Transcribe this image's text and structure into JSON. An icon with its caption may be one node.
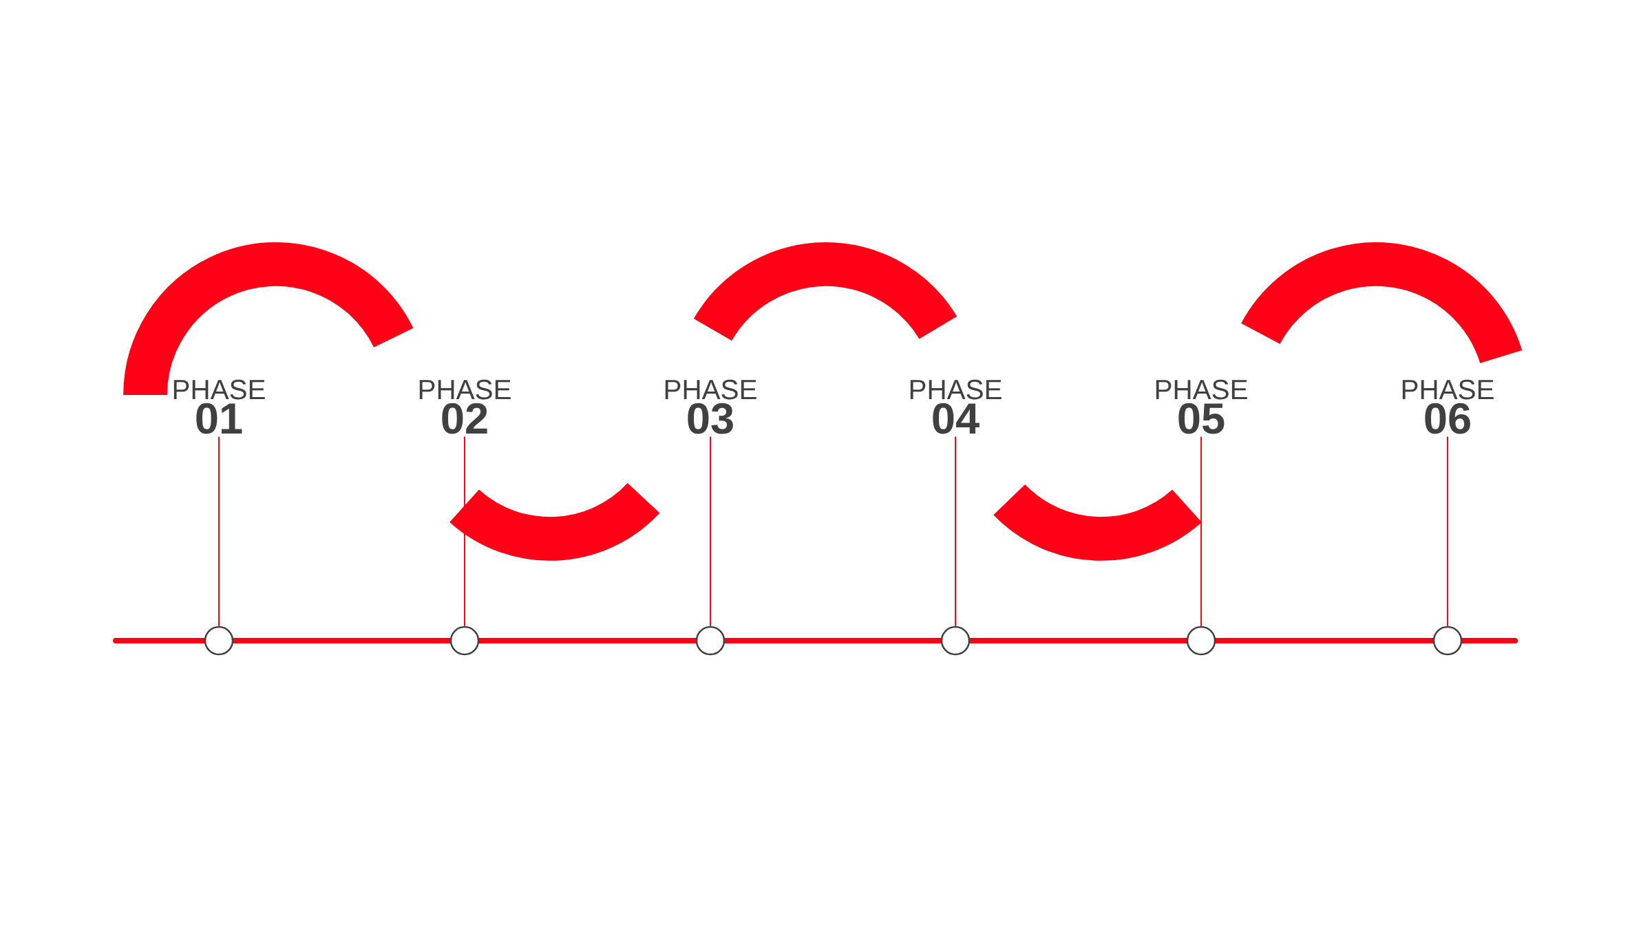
{
  "diagram": {
    "nodes": [
      {
        "text": [
          "PHASE",
          "01"
        ]
      },
      {
        "text": [
          "PHASE",
          "02"
        ]
      },
      {
        "text": [
          "PHASE",
          "03"
        ]
      },
      {
        "text": [
          "PHASE",
          "04"
        ]
      },
      {
        "text": [
          "PHASE",
          "05"
        ]
      },
      {
        "text": [
          "PHASE",
          "06"
        ]
      },
      {
        "text": [],
        "shape": "circle"
      },
      {
        "text": [],
        "shape": "circle"
      },
      {
        "text": [],
        "shape": "circle"
      },
      {
        "text": [],
        "shape": "circle"
      },
      {
        "text": [],
        "shape": "circle"
      },
      {
        "text": [],
        "shape": "circle"
      }
    ],
    "edges": [
      {
        "from": 0,
        "to": 6,
        "arrow": "none"
      },
      {
        "from": 1,
        "to": 7,
        "arrow": "none"
      },
      {
        "from": 2,
        "to": 8,
        "arrow": "none"
      },
      {
        "from": 3,
        "to": 9,
        "arrow": "none"
      },
      {
        "from": 4,
        "to": 10,
        "arrow": "none"
      },
      {
        "from": 5,
        "to": 11,
        "arrow": "none"
      }
    ]
  }
}
